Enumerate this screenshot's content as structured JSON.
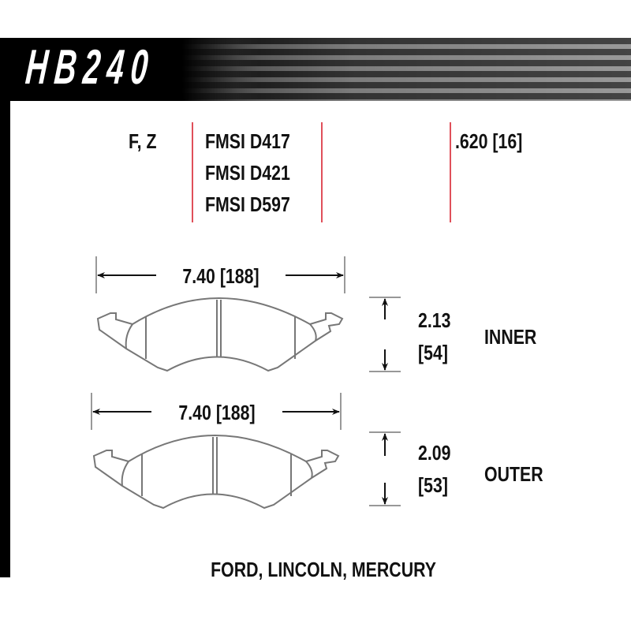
{
  "title": "HB240",
  "specs": {
    "positions": "F, Z",
    "fmsi": [
      "FMSI D417",
      "FMSI D421",
      "FMSI D597"
    ],
    "thickness": ".620 [16]"
  },
  "inner": {
    "width": "7.40 [188]",
    "height_in": "2.13",
    "height_mm": "[54]",
    "label": "INNER"
  },
  "outer": {
    "width": "7.40 [188]",
    "height_in": "2.09",
    "height_mm": "[53]",
    "label": "OUTER"
  },
  "applications": "FORD, LINCOLN, MERCURY"
}
